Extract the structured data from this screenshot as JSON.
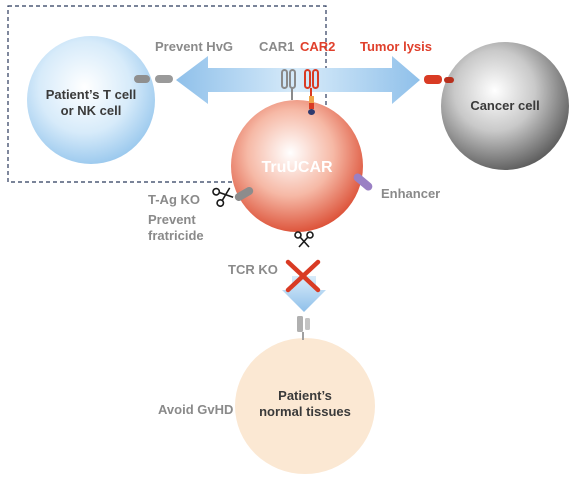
{
  "cells": {
    "patient_cell": "Patient’s T cell\nor NK cell",
    "cancer_cell": "Cancer cell",
    "trucar": "TruUCAR",
    "normal_tissues": "Patient’s\nnormal tissues"
  },
  "labels": {
    "prevent_hvg": "Prevent HvG",
    "car1": "CAR1",
    "car2": "CAR2",
    "tumor_lysis": "Tumor lysis",
    "tag_ko": "T-Ag KO",
    "prevent_fratricide": "Prevent\nfratricide",
    "enhancer": "Enhancer",
    "tcr_ko": "TCR KO",
    "avoid_gvhd": "Avoid GvHD"
  },
  "colors": {
    "car2_red": "#e0402c",
    "label_grey": "#8a8a8a",
    "arrow_blue": "#a9cfee",
    "enhancer_purple": "#9a80c4",
    "dashed_box": "#2b3a5c"
  },
  "icons": [
    "scissors-icon",
    "scissors-icon",
    "x-cross-icon",
    "tcr-receptor-icon"
  ]
}
